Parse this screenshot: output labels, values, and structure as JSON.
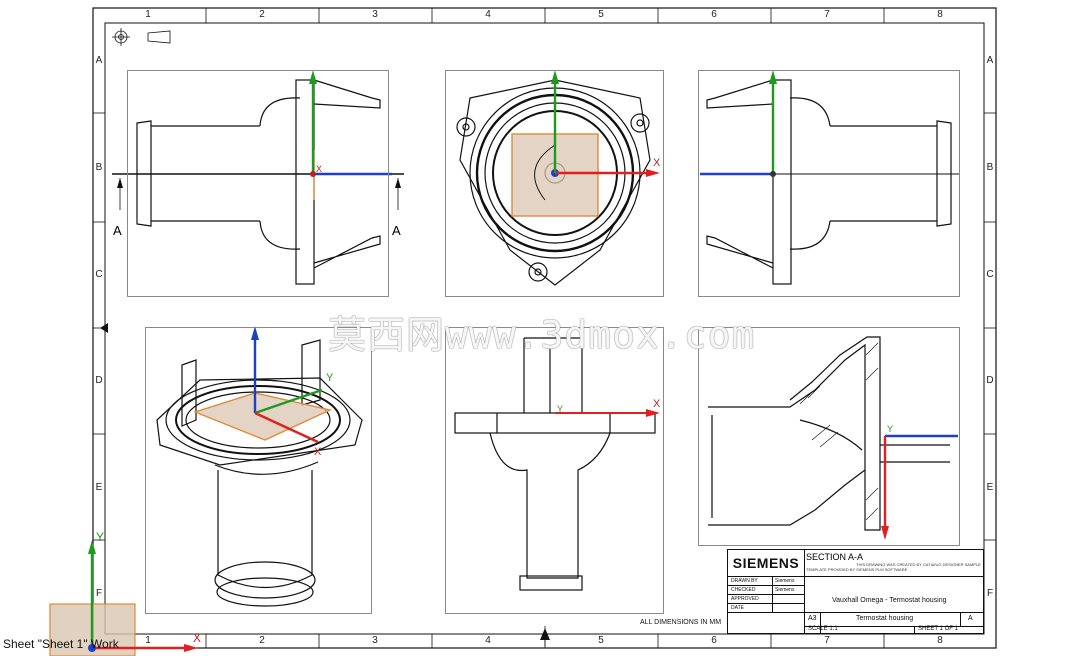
{
  "watermark": "莫西网www.3dmox.com",
  "zones": {
    "columns": [
      "1",
      "2",
      "3",
      "4",
      "5",
      "6",
      "7",
      "8"
    ],
    "rows": [
      "A",
      "B",
      "C",
      "D",
      "E",
      "F"
    ]
  },
  "section_markers": {
    "left": "A",
    "right": "A"
  },
  "axis_labels": {
    "x": "X",
    "y": "Y"
  },
  "notes": {
    "dimensions": "ALL DIMENSIONS IN MM"
  },
  "title_block": {
    "logo": "SIEMENS",
    "section_label": "SECTION A-A",
    "fine_print_1": "THIS DRAWING WAS CREATED BY CATIA/UG DESIGNER SAMPLE",
    "fine_print_2": "TEMPLATE PROVIDED BY SIEMENS PLM SOFTWARE",
    "row_labels": [
      "DRAWN BY",
      "CHECKED",
      "APPROVED",
      "DATE"
    ],
    "row_values": [
      "Siemens",
      "Siemens",
      "",
      ""
    ],
    "project": "Vauxhall Omega - Termostat housing",
    "part_name": "Termostat housing",
    "size": "A3",
    "rev": "A",
    "scale": "SCALE 1:1",
    "sheet": "SHEET 1 OF 1"
  },
  "status_bar": {
    "text": "Sheet \"Sheet 1\" Work"
  },
  "colors": {
    "x_axis": "#e02020",
    "y_axis": "#1f9a1f",
    "z_axis": "#1e40c8",
    "plane": "#d9c6b2",
    "plane_edge": "#e08a3a"
  }
}
